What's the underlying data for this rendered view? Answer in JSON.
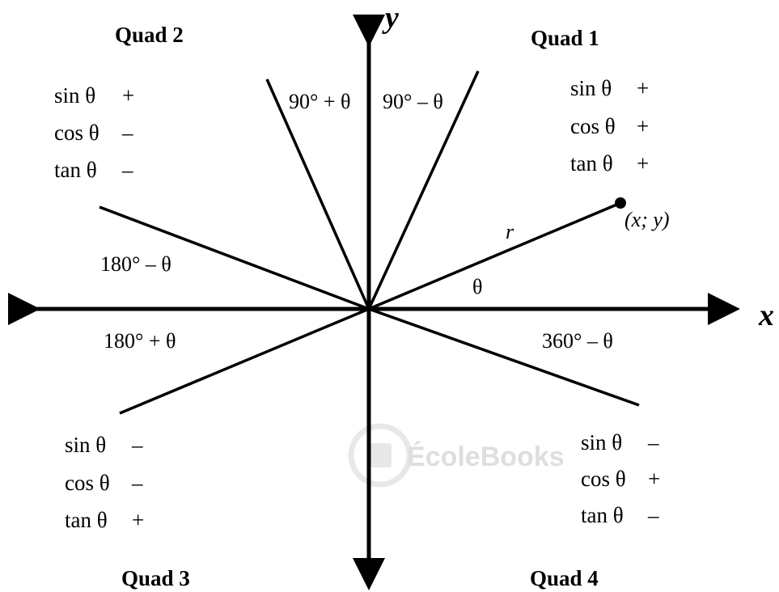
{
  "axes": {
    "x_label": "x",
    "y_label": "y"
  },
  "quadrants": {
    "q1": {
      "title": "Quad 1",
      "rows": [
        {
          "fn": "sin θ",
          "sign": "+"
        },
        {
          "fn": "cos θ",
          "sign": "+"
        },
        {
          "fn": "tan θ",
          "sign": "+"
        }
      ]
    },
    "q2": {
      "title": "Quad 2",
      "rows": [
        {
          "fn": "sin θ",
          "sign": "+"
        },
        {
          "fn": "cos θ",
          "sign": "–"
        },
        {
          "fn": "tan θ",
          "sign": "–"
        }
      ]
    },
    "q3": {
      "title": "Quad 3",
      "rows": [
        {
          "fn": "sin θ",
          "sign": "–"
        },
        {
          "fn": "cos θ",
          "sign": "–"
        },
        {
          "fn": "tan θ",
          "sign": "+"
        }
      ]
    },
    "q4": {
      "title": "Quad 4",
      "rows": [
        {
          "fn": "sin θ",
          "sign": "–"
        },
        {
          "fn": "cos θ",
          "sign": "+"
        },
        {
          "fn": "tan θ",
          "sign": "–"
        }
      ]
    }
  },
  "angles": {
    "a90_plus": "90° + θ",
    "a90_minus": "90° – θ",
    "a180_minus": "180° – θ",
    "a180_plus": "180° + θ",
    "a360_minus": "360° – θ",
    "theta": "θ"
  },
  "point": {
    "r": "r",
    "coords": "(x; y)"
  },
  "watermark": {
    "text": "ÉcoleBooks"
  }
}
